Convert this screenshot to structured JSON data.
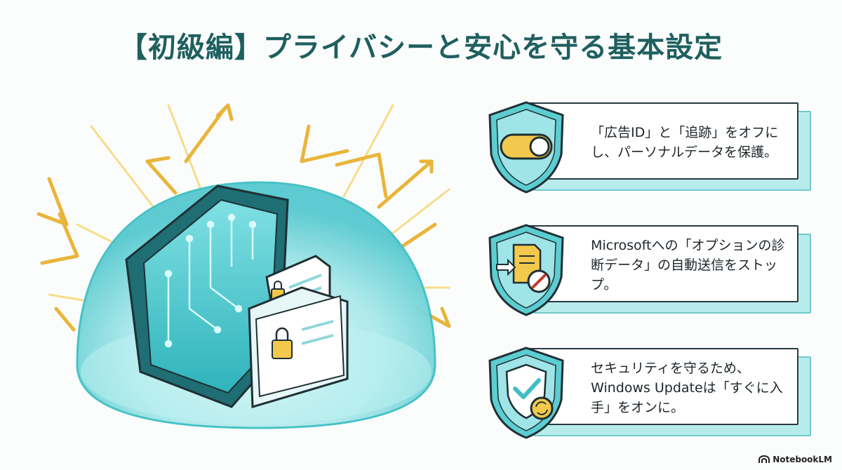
{
  "header": {
    "title": "【初級編】プライバシーと安心を守る基本設定"
  },
  "cards": [
    {
      "text": "「広告ID」と「追跡」をオフにし、パーソナルデータを保護。",
      "icon": "toggle-switch-icon"
    },
    {
      "text": "Microsoftへの「オプションの診断データ」の自動送信をストップ。",
      "icon": "no-send-document-icon"
    },
    {
      "text": "セキュリティを守るため、Windows Updateは「すぐに入手」をオンに。",
      "icon": "shield-check-update-icon"
    }
  ],
  "footer": {
    "brand": "NotebookLM"
  },
  "colors": {
    "title": "#1f5f5f",
    "accent_teal": "#3fbfc4",
    "accent_yellow": "#f2c94c",
    "dark_outline": "#2a3a40"
  }
}
